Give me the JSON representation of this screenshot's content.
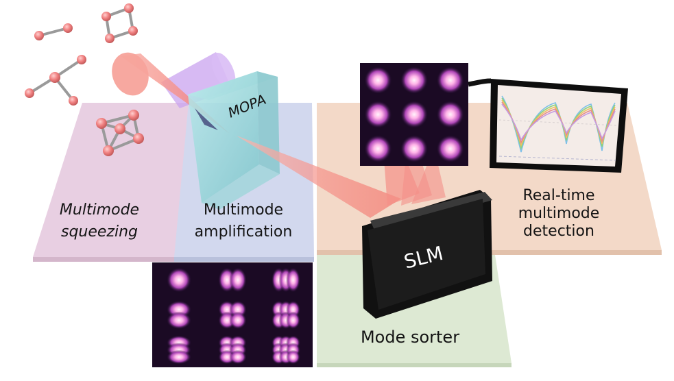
{
  "panels": {
    "squeezing": {
      "line1": "Multimode",
      "line2": "squeezing"
    },
    "amplification": {
      "line1": "Multimode",
      "line2": "amplification"
    },
    "detection": {
      "line1": "Real-time",
      "line2": "multimode",
      "line3": "detection"
    },
    "sorter": {
      "label": "Mode sorter"
    }
  },
  "components": {
    "crystal": {
      "label": "MOPA"
    },
    "slm": {
      "label": "SLM"
    }
  },
  "colors": {
    "squeezing_panel": "#e8cfe2",
    "amplification_panel": "#d2d8ee",
    "detection_panel": "#f3d9c8",
    "sorter_panel": "#dde9d3",
    "beam": "#f07a72",
    "pump": "#c9a3ef",
    "crystal": "#a8dde0",
    "slm": "#1e1e1e",
    "molecule": "#f08a8a",
    "mode_glow": "#ffd2f2"
  },
  "mode_grid_3x3": [
    [
      [
        0,
        0
      ],
      [
        1,
        0
      ],
      [
        2,
        0
      ]
    ],
    [
      [
        0,
        1
      ],
      [
        1,
        1
      ],
      [
        2,
        1
      ]
    ],
    [
      [
        0,
        2
      ],
      [
        1,
        2
      ],
      [
        2,
        2
      ]
    ]
  ],
  "detector_grid_3x3": [
    [
      [
        0,
        0
      ],
      [
        0,
        0
      ],
      [
        0,
        0
      ]
    ],
    [
      [
        0,
        0
      ],
      [
        0,
        0
      ],
      [
        0,
        0
      ]
    ],
    [
      [
        0,
        0
      ],
      [
        0,
        0
      ],
      [
        0,
        0
      ]
    ]
  ]
}
